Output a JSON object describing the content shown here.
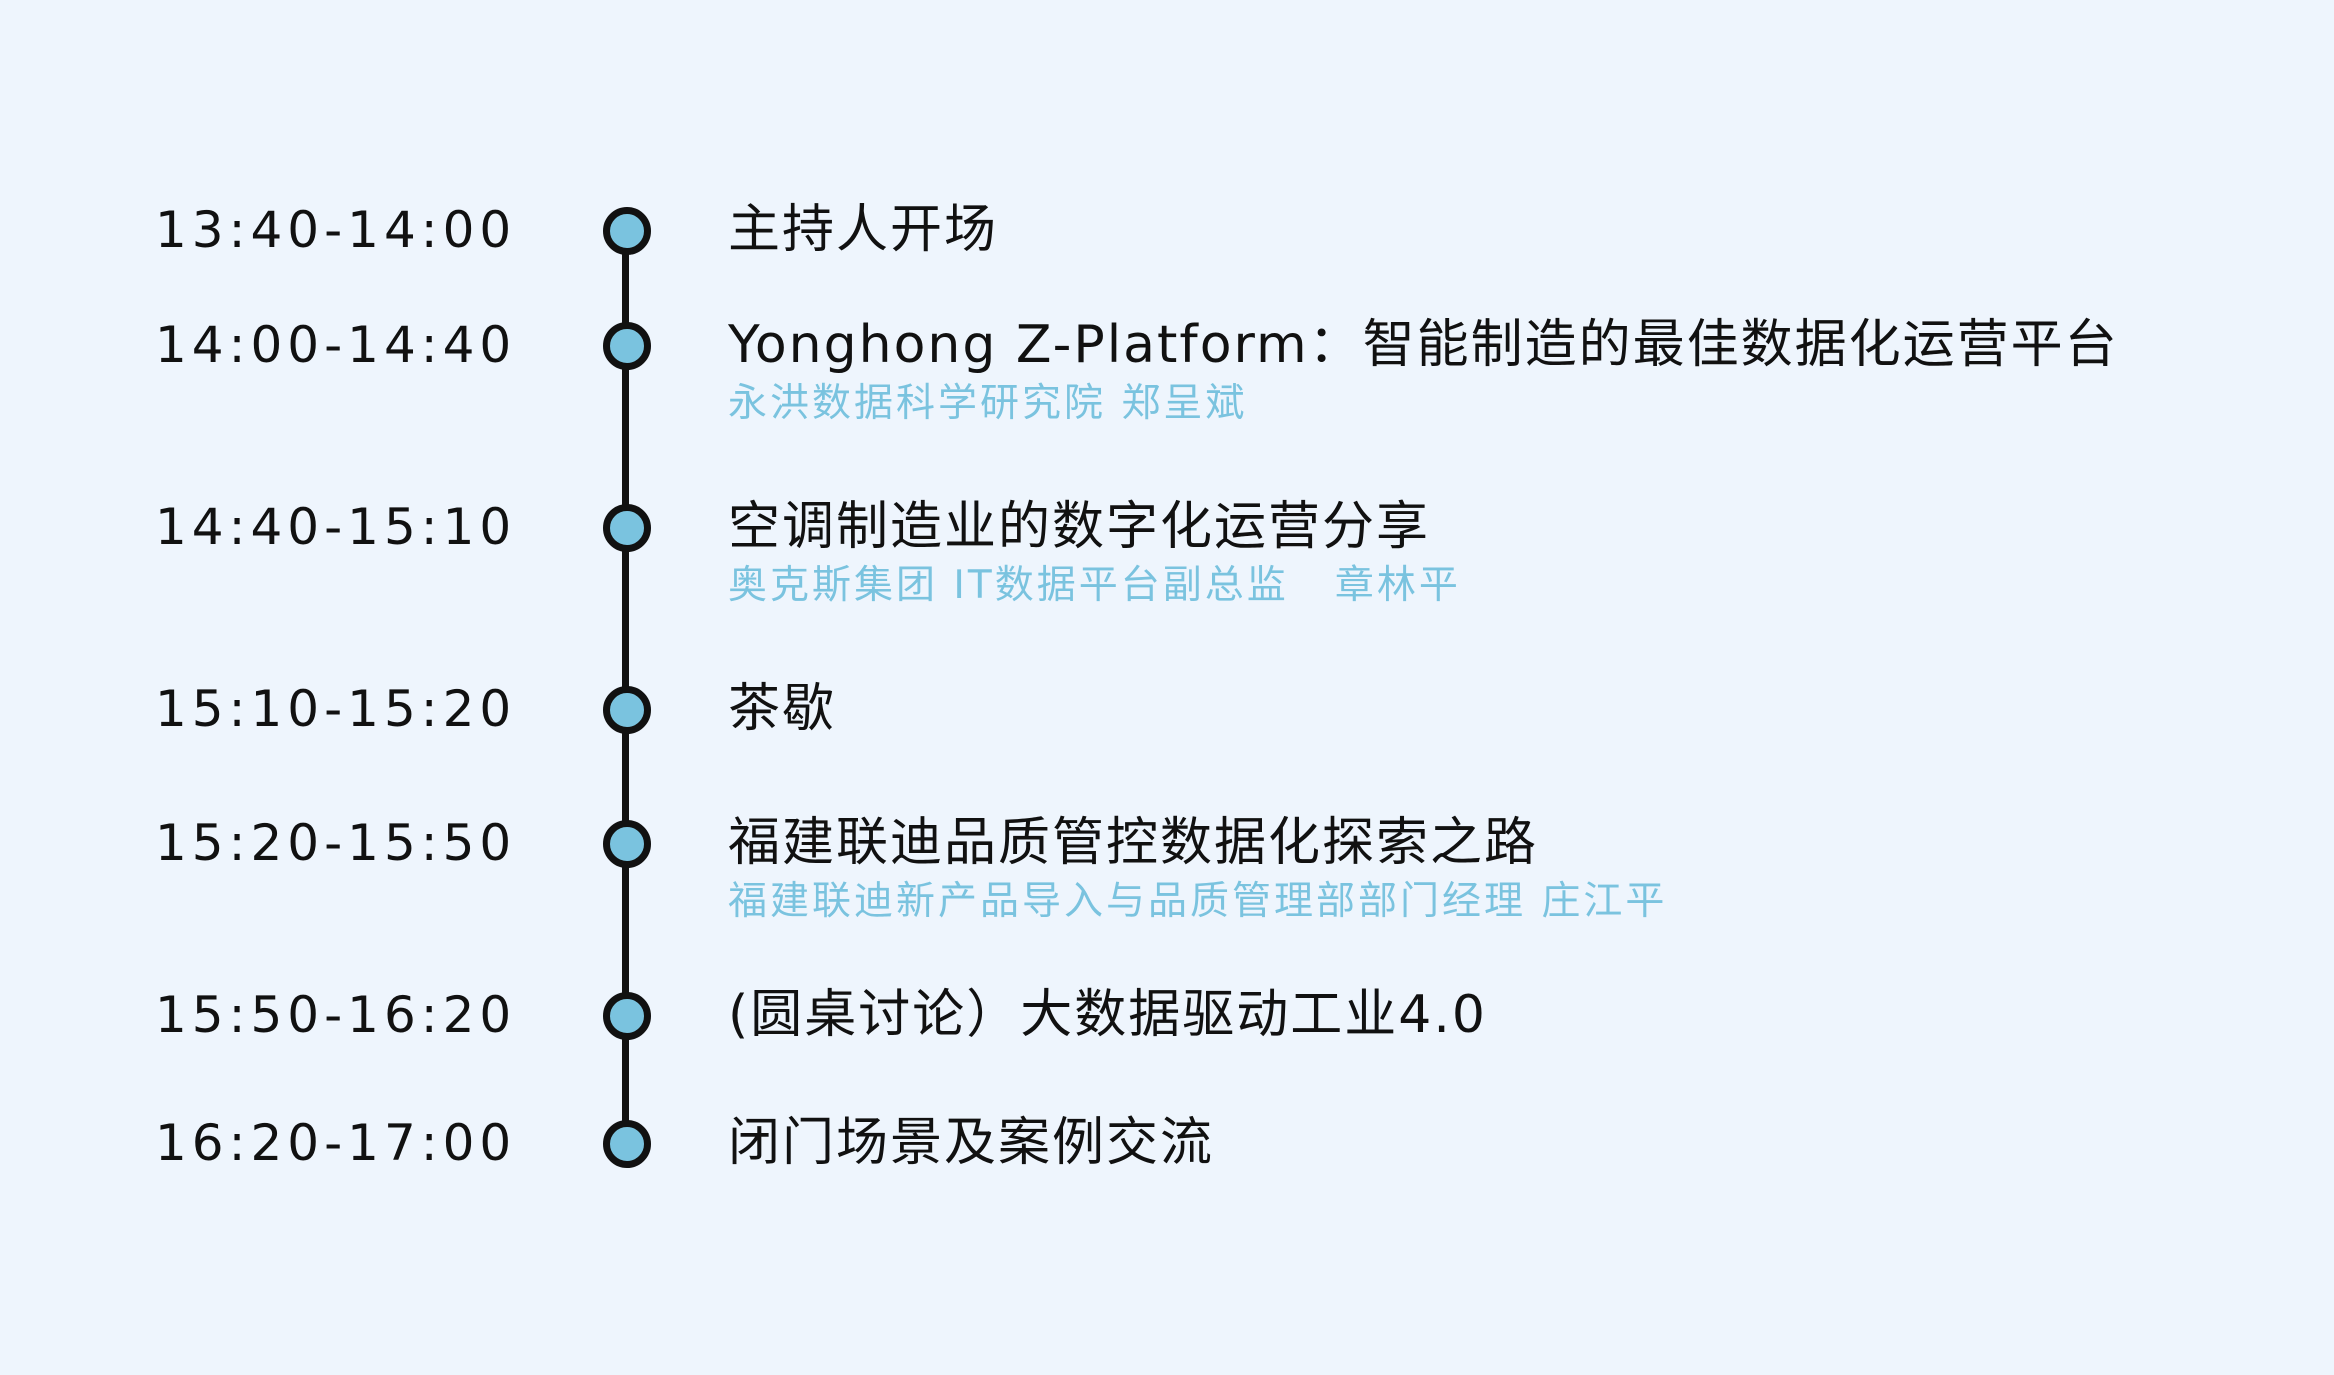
{
  "schedule": [
    {
      "time": "13:40-14:00",
      "title": "主持人开场",
      "speaker": ""
    },
    {
      "time": "14:00-14:40",
      "title": "Yonghong Z-Platform：智能制造的最佳数据化运营平台",
      "speaker": "永洪数据科学研究院 郑呈斌"
    },
    {
      "time": "14:40-15:10",
      "title": "空调制造业的数字化运营分享",
      "speaker": "奥克斯集团 IT数据平台副总监   章林平"
    },
    {
      "time": "15:10-15:20",
      "title": "茶歇",
      "speaker": ""
    },
    {
      "time": "15:20-15:50",
      "title": "福建联迪品质管控数据化探索之路",
      "speaker": "福建联迪新产品导入与品质管理部部门经理 庄江平"
    },
    {
      "time": "15:50-16:20",
      "title": "(圆桌讨论）大数据驱动工业4.0",
      "speaker": ""
    },
    {
      "time": "16:20-17:00",
      "title": "闭门场景及案例交流",
      "speaker": ""
    }
  ],
  "colors": {
    "background": "#eef5fd",
    "text": "#111111",
    "accent": "#7ac3df"
  }
}
